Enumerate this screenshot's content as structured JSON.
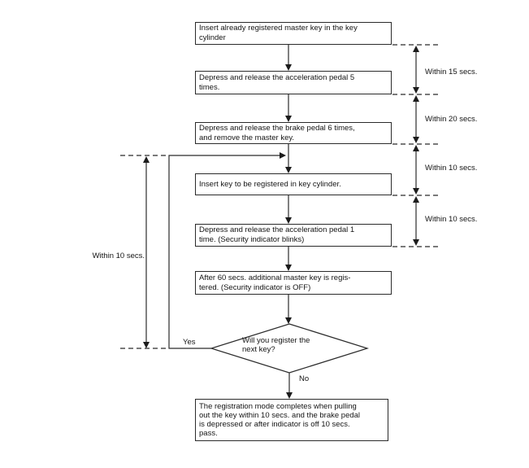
{
  "flow": {
    "steps": [
      {
        "label": "Insert already registered master key in the key\ncylinder"
      },
      {
        "label": "Depress and release the acceleration pedal 5\ntimes."
      },
      {
        "label": "Depress and release the brake pedal 6 times,\nand remove the master key."
      },
      {
        "label": "Insert key to be registered in key cylinder."
      },
      {
        "label": "Depress and release the acceleration pedal 1\ntime. (Security indicator blinks)"
      },
      {
        "label": "After 60 secs. additional master key is regis-\ntered. (Security indicator is OFF)"
      }
    ],
    "decision": {
      "question": "Will you register the\nnext key?",
      "yes": "Yes",
      "no": "No"
    },
    "final_step": "The registration mode completes when pulling\nout the key within 10 secs. and the brake pedal\nis depressed or after indicator is off 10 secs.\npass.",
    "timing_labels_right": [
      "Within 15 secs.",
      "Within 20 secs.",
      "Within 10 secs.",
      "Within 10 secs."
    ],
    "timing_label_left": "Within 10 secs.",
    "colors": {
      "line": "#2b2b2b",
      "text": "#141414",
      "background": "#ffffff"
    }
  }
}
